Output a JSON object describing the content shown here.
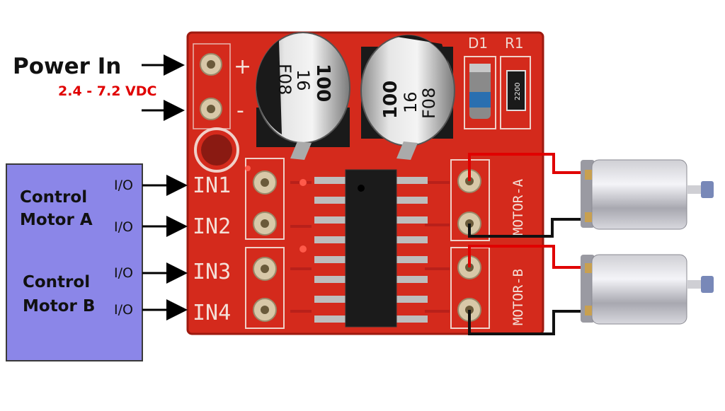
{
  "power": {
    "title": "Power In",
    "voltage": "2.4 - 7.2 VDC",
    "plus": "+",
    "minus": "-"
  },
  "controller": {
    "label_a_line1": "Control",
    "label_a_line2": "Motor A",
    "label_b_line1": "Control",
    "label_b_line2": "Motor B",
    "io": [
      "I/O",
      "I/O",
      "I/O",
      "I/O"
    ]
  },
  "board": {
    "inputs": [
      "IN1",
      "IN2",
      "IN3",
      "IN4"
    ],
    "motor_a": "MOTOR-A",
    "motor_b": "MOTOR-B",
    "d1": "D1",
    "r1": "R1",
    "resistor_code": "2200",
    "cap1": [
      "100",
      "16",
      "F08"
    ],
    "cap2": [
      "100",
      "16",
      "F08"
    ]
  },
  "colors": {
    "pcb": "#d42a1c",
    "pcb_dark": "#a81a10",
    "controller_fill": "#8b86e8",
    "red_wire": "#e00000",
    "black_wire": "#111111",
    "voltage_text": "#e00000"
  }
}
